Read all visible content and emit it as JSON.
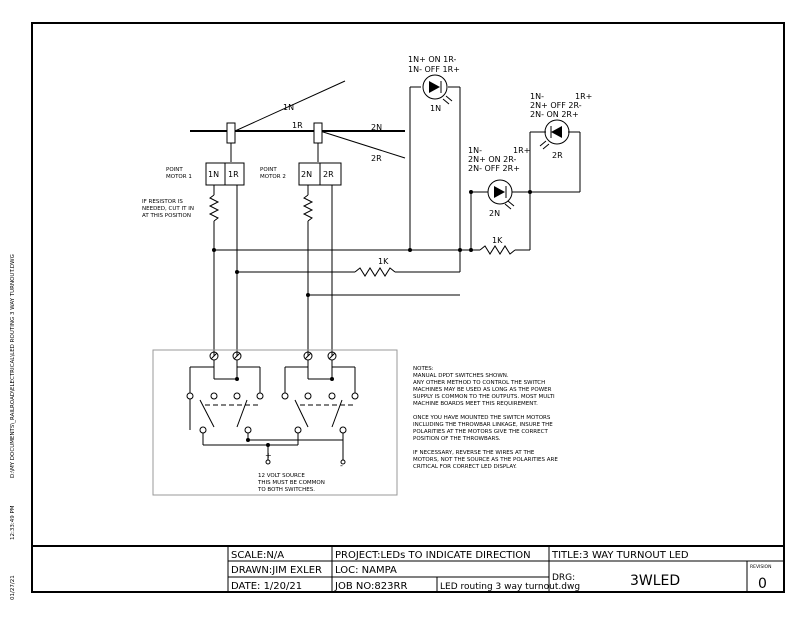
{
  "side_text": {
    "path": "D:\\MY DOCUMENTS\\_RAILROAD\\ELECTRICAL\\LED ROUTING 3 WAY TURNOUT.DWG",
    "time": "12:33:49 PM",
    "date": "01/27/21"
  },
  "track": {
    "label_1n": "1N",
    "label_1r": "1R",
    "label_2n": "2N",
    "label_2r": "2R"
  },
  "motors": {
    "motor1": {
      "title_line1": "POINT",
      "title_line2": "MOTOR 1",
      "term_a": "1N",
      "term_b": "1R"
    },
    "motor2": {
      "title_line1": "POINT",
      "title_line2": "MOTOR 2",
      "term_a": "2N",
      "term_b": "2R"
    }
  },
  "resistor_note": [
    "IF RESISTOR IS",
    "NEEDED, CUT IT IN",
    "AT THIS POSITION"
  ],
  "leds": {
    "led1n": {
      "line1": "1N+  ON  1R-",
      "line2": "1N-  OFF 1R+",
      "name": "1N"
    },
    "led2r": {
      "line1": "1N-",
      "line1b": "1R+",
      "line2": "2N+  OFF 2R-",
      "line3": "2N-  ON  2R+",
      "name": "2R"
    },
    "led2n": {
      "line1": "1N-",
      "line1b": "1R+",
      "line2": "2N+  ON  2R-",
      "line3": "2N-  OFF 2R+",
      "name": "2N"
    }
  },
  "resistors": {
    "r1": "1K",
    "r2": "1K"
  },
  "source_note": [
    "12 VOLT SOURCE",
    "THIS MUST BE COMMON",
    "TO BOTH SWITCHES."
  ],
  "notes": [
    "NOTES:",
    "MANUAL DPDT SWITCHES SHOWN.",
    "ANY OTHER METHOD TO CONTROL THE SWITCH",
    "MACHINES MAY BE USED AS LONG AS THE POWER",
    "SUPPLY IS COMMON TO THE OUTPUTS. MOST MULTI",
    "MACHINE BOARDS MEET THIS REQUIREMENT.",
    "",
    "ONCE YOU HAVE MOUNTED THE SWITCH MOTORS",
    "INCLUDING THE THROWBAR LINKAGE, INSURE THE",
    "POLARITIES AT THE MOTORS GIVE THE CORRECT",
    "POSITION OF THE THROWBARS.",
    "",
    "IF NECESSARY, REVERSE THE WIRES AT THE",
    "MOTORS, NOT THE SOURCE AS THE POLARITIES ARE",
    "CRITICAL FOR CORRECT LED DISPLAY."
  ],
  "title_block": {
    "scale": "SCALE:N/A",
    "drawn": "DRAWN:JIM EXLER",
    "date": "DATE: 1/20/21",
    "project": "PROJECT:LEDs TO INDICATE DIRECTION",
    "loc": "LOC: NAMPA",
    "job": "JOB NO:823RR",
    "file": "LED routing 3 way turnout.dwg",
    "title": "TITLE:3 WAY TURNOUT LED",
    "drg_label": "DRG:",
    "drg": "3WLED",
    "revision_label": "REVISION",
    "revision": "0"
  }
}
